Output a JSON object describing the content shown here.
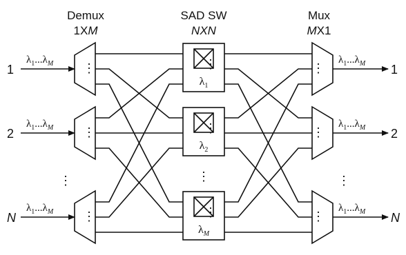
{
  "headers": {
    "demux": {
      "title": "Demux",
      "dim_prefix": "1X",
      "dim_italic": "M",
      "dim_suffix": ""
    },
    "switch": {
      "title": "SAD SW",
      "dim_prefix": "",
      "dim_italic": "NXN",
      "dim_suffix": ""
    },
    "mux": {
      "title": "Mux",
      "dim_prefix": "",
      "dim_italic": "M",
      "dim_suffix": "X1"
    }
  },
  "ports": [
    "1",
    "2",
    "N"
  ],
  "channel_label": {
    "lam": "λ",
    "first_sub": "1",
    "ellipsis": "...",
    "last_sub": "M"
  },
  "switches": [
    {
      "lam": "λ",
      "sub": "1"
    },
    {
      "lam": "λ",
      "sub": "2"
    },
    {
      "lam": "λ",
      "sub": "M"
    }
  ],
  "ellipsis_vertical": "⋮"
}
